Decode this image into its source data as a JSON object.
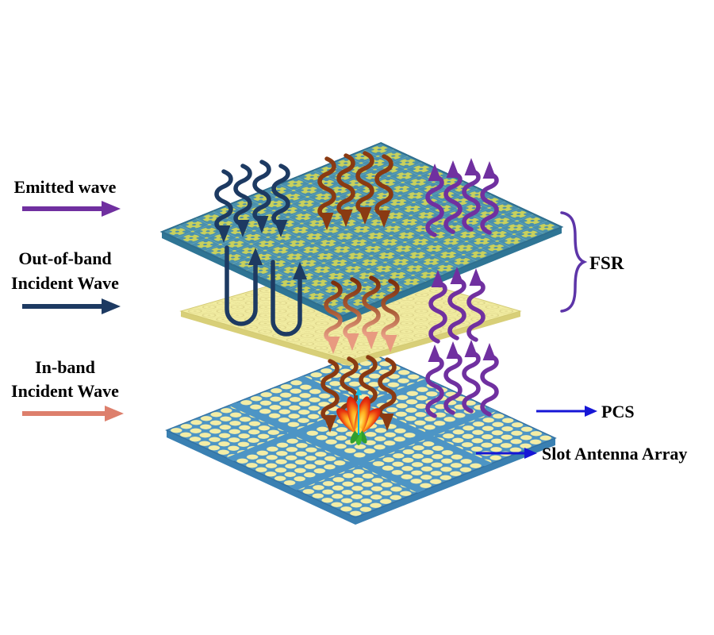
{
  "figure": {
    "background_color": "#ffffff",
    "description": "Isometric diagram of a three-layer antenna structure: FSR (two stacked frequency-selective layers) above a PCS layer printed on a slot antenna array, with wavy arrows showing emitted, out-of-band and in-band waves."
  },
  "legend": {
    "emitted": {
      "label": "Emitted wave",
      "arrow_color": "#7030a0"
    },
    "out_of_band": {
      "line1": "Out-of-band",
      "line2": "Incident Wave",
      "arrow_color": "#1d3a62"
    },
    "in_band": {
      "line1": "In-band",
      "line2": "Incident Wave",
      "arrow_color": "#dd7f6c"
    }
  },
  "annotations": {
    "fsr": {
      "label": "FSR",
      "brace_color": "#5d35a8"
    },
    "pcs": {
      "label": "PCS",
      "arrow_color": "#1616d6"
    },
    "slot": {
      "label": "Slot Antenna Array",
      "arrow_color": "#1616d6"
    }
  },
  "layers": {
    "fsr_top": {
      "face_color": "#4a90ad",
      "motif_color": "#c9d15c",
      "edge_color": "#2f7595"
    },
    "fsr_bottom": {
      "face_color": "#f1eca1",
      "motif_color": "#ddd48a",
      "edge_color": "#d8cf78"
    },
    "pcs_layer": {
      "face_color": "#4d95c5",
      "motif_color": "#f3eda6",
      "edge_color": "#3a80b2"
    }
  },
  "waves": {
    "emitted_color": "#7030a0",
    "out_of_band_color": "#1d3a62",
    "in_band_color": "#8a3a12",
    "in_band_faded_color": "#efa78f"
  }
}
